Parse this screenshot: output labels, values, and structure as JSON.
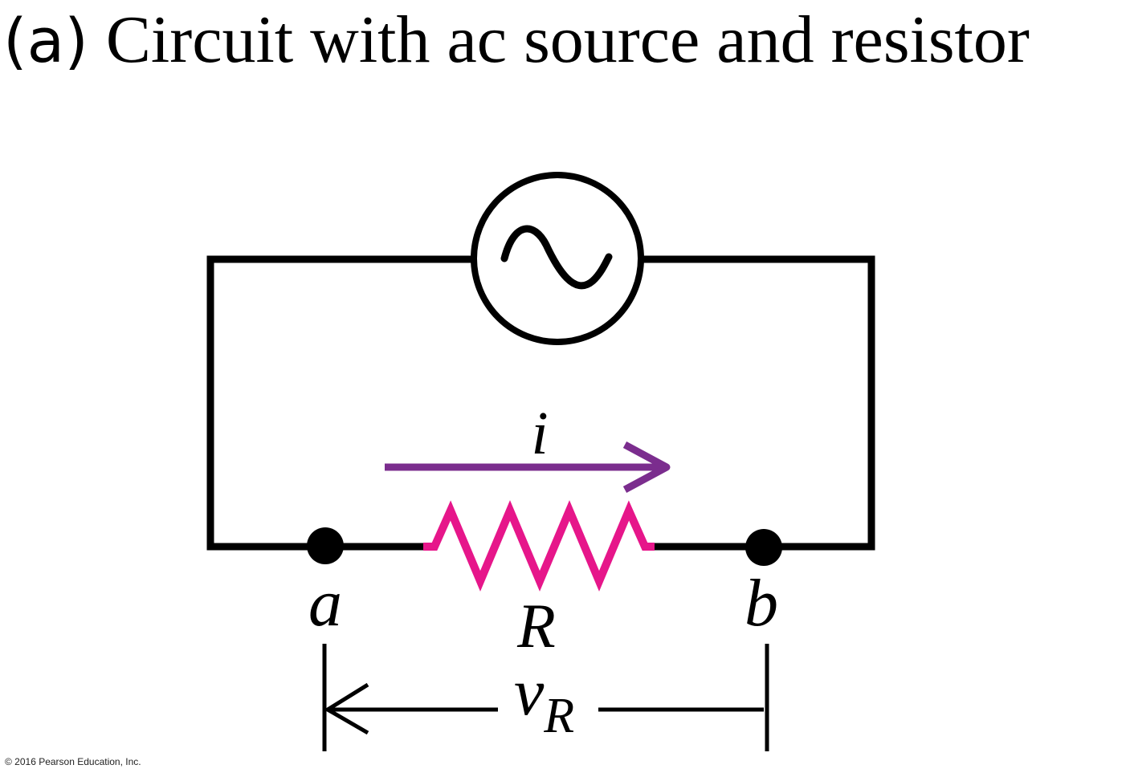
{
  "title": {
    "tag": "(a)",
    "text": "Circuit with ac source and resistor"
  },
  "labels": {
    "current": "i",
    "node_a": "a",
    "node_b": "b",
    "resistor": "R",
    "voltage_main": "v",
    "voltage_sub": "R"
  },
  "copyright": "© 2016 Pearson Education, Inc.",
  "colors": {
    "wire": "#000000",
    "resistor": "#e6168a",
    "current_arrow": "#7b2d8e"
  },
  "icons": {
    "source": "ac-source-sine-icon",
    "resistor": "resistor-zigzag-icon"
  }
}
